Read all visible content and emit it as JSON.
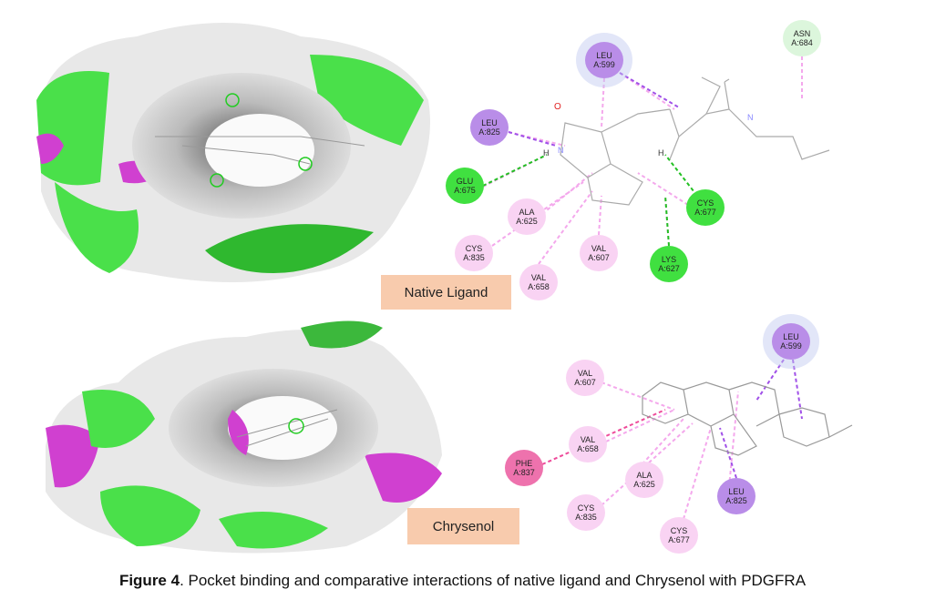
{
  "native": {
    "label": "Native Ligand",
    "residues": [
      {
        "name": "LEU",
        "id": "A:599"
      },
      {
        "name": "ASN",
        "id": "A:684"
      },
      {
        "name": "LEU",
        "id": "A:825"
      },
      {
        "name": "GLU",
        "id": "A:675"
      },
      {
        "name": "ALA",
        "id": "A:625"
      },
      {
        "name": "CYS",
        "id": "A:677"
      },
      {
        "name": "CYS",
        "id": "A:835"
      },
      {
        "name": "VAL",
        "id": "A:607"
      },
      {
        "name": "LYS",
        "id": "A:627"
      },
      {
        "name": "VAL",
        "id": "A:658"
      }
    ],
    "atoms": {
      "o": "O",
      "h1": "H",
      "h2": "H",
      "n1": "N",
      "n2": "N"
    }
  },
  "chrysenol": {
    "label": "Chrysenol",
    "residues": [
      {
        "name": "LEU",
        "id": "A:599"
      },
      {
        "name": "VAL",
        "id": "A:607"
      },
      {
        "name": "VAL",
        "id": "A:658"
      },
      {
        "name": "PHE",
        "id": "A:837"
      },
      {
        "name": "ALA",
        "id": "A:625"
      },
      {
        "name": "LEU",
        "id": "A:825"
      },
      {
        "name": "CYS",
        "id": "A:835"
      },
      {
        "name": "CYS",
        "id": "A:677"
      }
    ]
  },
  "caption": {
    "prefix": "Figure 4",
    "text": ". Pocket binding and comparative interactions of native ligand and Chrysenol with PDGFRA"
  },
  "colors": {
    "hydrophobic": "#f9d3f3",
    "pi_sigma": "#b98de8",
    "hbond": "#40e040",
    "pi_cation": "#ee72ad",
    "label_box": "#f8cbad"
  }
}
